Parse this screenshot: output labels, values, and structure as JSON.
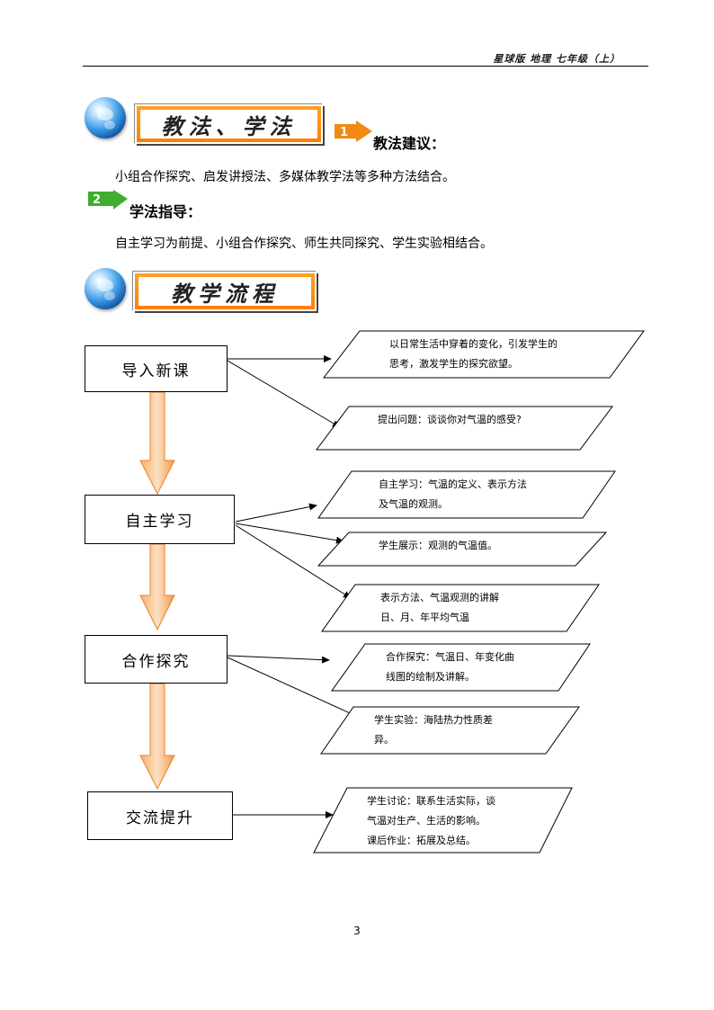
{
  "header": {
    "text": "星球版  地理  七年级（上）"
  },
  "section1": {
    "banner": "教法、学法",
    "method_badge": "1",
    "method_title": "教法建议：",
    "method_text": "小组合作探究、启发讲授法、多媒体教学法等多种方法结合。",
    "study_badge": "2",
    "study_title": "学法指导：",
    "study_text": "自主学习为前提、小组合作探究、师生共同探究、学生实验相结合。"
  },
  "section2": {
    "banner": "教学流程"
  },
  "flow": {
    "steps": [
      {
        "label": "导入新课"
      },
      {
        "label": "自主学习"
      },
      {
        "label": "合作探究"
      },
      {
        "label": "交流提升"
      }
    ],
    "notes": [
      {
        "text": "以日常生活中穿着的变化，引发学生的\n思考，激发学生的探究欲望。"
      },
      {
        "text": "提出问题：谈谈你对气温的感受?"
      },
      {
        "text": "自主学习：气温的定义、表示方法\n及气温的观测。"
      },
      {
        "text": "学生展示：观测的气温值。"
      },
      {
        "text": "表示方法、气温观测的讲解\n日、月、年平均气温"
      },
      {
        "text": "合作探究：气温日、年变化曲\n线图的绘制及讲解。"
      },
      {
        "text": "学生实验：海陆热力性质差\n异。"
      },
      {
        "text": "学生讨论：联系生活实际，谈\n气温对生产、生活的影响。\n课后作业：拓展及总结。"
      }
    ]
  },
  "page_number": "3"
}
